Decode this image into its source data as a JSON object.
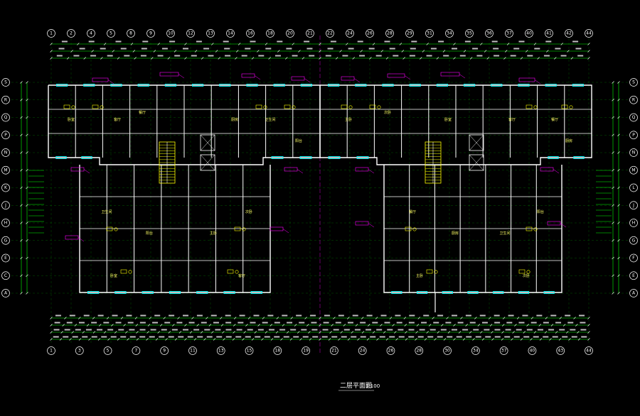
{
  "drawing": {
    "title": "二层平面图",
    "scale": "1:100",
    "colors": {
      "background": "#000000",
      "walls": "#ffffff",
      "grid_lines": "#00ff00",
      "dimension_text": "#ffffff",
      "annotation": "#ff00ff",
      "windows": "#00ffff",
      "fixtures": "#ffff00",
      "stair": "#ffff00"
    }
  },
  "grid_axes": {
    "top": [
      "1",
      "2",
      "4",
      "5",
      "8",
      "9",
      "10",
      "12",
      "13",
      "14",
      "16",
      "18",
      "20",
      "21",
      "22",
      "24",
      "26",
      "28",
      "29",
      "31",
      "34",
      "35",
      "36",
      "37",
      "40",
      "41",
      "42",
      "44"
    ],
    "bottom": [
      "1",
      "3",
      "5",
      "7",
      "9",
      "11",
      "13",
      "15",
      "18",
      "19",
      "21",
      "24",
      "26",
      "28",
      "30",
      "34",
      "37",
      "40",
      "43",
      "44"
    ],
    "left": [
      "S",
      "R",
      "Q",
      "P",
      "N",
      "M",
      "K",
      "J",
      "H",
      "G",
      "E",
      "C",
      "A"
    ],
    "right": [
      "S",
      "R",
      "Q",
      "P",
      "N",
      "M",
      "L",
      "J",
      "H",
      "G",
      "F",
      "E",
      "A"
    ]
  },
  "rooms": [
    {
      "label": "卧室"
    },
    {
      "label": "客厅"
    },
    {
      "label": "餐厅"
    },
    {
      "label": "厨房"
    },
    {
      "label": "卫生间"
    },
    {
      "label": "阳台"
    },
    {
      "label": "主卧"
    },
    {
      "label": "次卧"
    }
  ]
}
